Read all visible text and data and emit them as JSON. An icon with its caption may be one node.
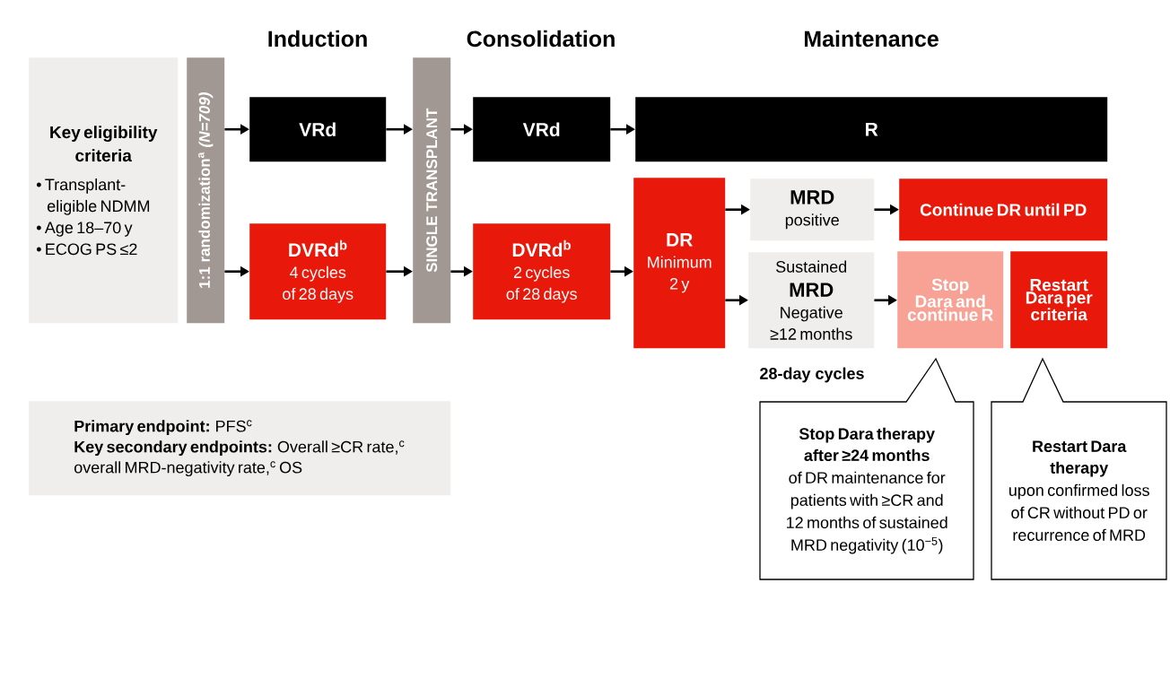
{
  "diagram": {
    "nodes": [
      {
        "text": [
          "Key eligibility criteria",
          "• Transplant-eligible NDMM",
          "• Age 18–70 y",
          "• ECOG PS ≤2"
        ]
      },
      {
        "text": [
          "1:1 randomization$^{a}$ *(N=709)*"
        ]
      },
      {
        "text": [
          "VRd"
        ]
      },
      {
        "text": [
          "DVRd$^{b}$",
          "4 cycles of 28 days"
        ]
      },
      {
        "text": [
          "SINGLE TRANSPLANT"
        ]
      },
      {
        "text": [
          "VRd"
        ]
      },
      {
        "text": [
          "DVRd$^{b}$",
          "2 cycles of 28 days"
        ]
      },
      {
        "text": [
          "R"
        ]
      },
      {
        "text": [
          "DR",
          "Minimum 2 y"
        ]
      },
      {
        "text": [
          "MRD",
          "positive"
        ]
      },
      {
        "text": [
          "Sustained",
          "MRD",
          "Negative ≥12 months"
        ]
      },
      {
        "text": [
          "Continue DR until PD"
        ]
      },
      {
        "text": [
          "Stop Dara and continue R"
        ]
      },
      {
        "text": [
          "Restart Dara per criteria"
        ]
      },
      {
        "text": [
          "Stop Dara therapy after ≥24 months",
          "of DR maintenance for patients with ≥CR and 12 months of sustained MRD negativity (10$^{−5}$)"
        ]
      },
      {
        "text": [
          "Restart Dara therapy",
          "upon confirmed loss of CR without PD or recurrence of MRD"
        ]
      },
      {
        "text": [
          "**Primary endpoint:** PFS$^{c}$",
          "**Key secondary endpoints:** Overall ≥CR rate,$^{c}$ overall MRD-negativity rate,$^{c}$ OS"
        ]
      }
    ],
    "edges": [
      {
        "from": 1,
        "to": 2,
        "arrow": "to"
      },
      {
        "from": 1,
        "to": 3,
        "arrow": "to"
      },
      {
        "from": 2,
        "to": 4,
        "arrow": "to"
      },
      {
        "from": 3,
        "to": 4,
        "arrow": "to"
      },
      {
        "from": 4,
        "to": 5,
        "arrow": "to"
      },
      {
        "from": 4,
        "to": 6,
        "arrow": "to"
      },
      {
        "from": 5,
        "to": 7,
        "arrow": "to"
      },
      {
        "from": 6,
        "to": 8,
        "arrow": "to"
      },
      {
        "from": 8,
        "to": 9,
        "arrow": "to"
      },
      {
        "from": 8,
        "to": 10,
        "arrow": "to"
      },
      {
        "from": 9,
        "to": 11,
        "arrow": "to"
      },
      {
        "from": 10,
        "to": 12,
        "arrow": "to"
      }
    ],
    "labels": [
      "Induction",
      "Consolidation",
      "Maintenance",
      "28-day cycles"
    ]
  }
}
